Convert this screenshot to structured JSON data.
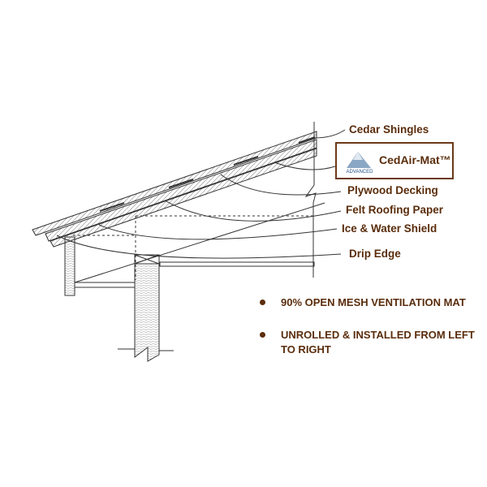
{
  "labels": {
    "cedar_shingles": "Cedar Shingles",
    "product_name": "CedAir-Mat™",
    "plywood_decking": "Plywood Decking",
    "felt_roofing_paper": "Felt Roofing Paper",
    "ice_water_shield": "Ice & Water Shield",
    "drip_edge": "Drip Edge"
  },
  "logo": {
    "text": "ADVANCED",
    "icon": "mountain-logo-icon"
  },
  "bullets": [
    "90% OPEN MESH VENTILATION MAT",
    "UNROLLED & INSTALLED FROM LEFT TO RIGHT"
  ],
  "colors": {
    "text": "#5a2d0c",
    "line": "#333333"
  }
}
